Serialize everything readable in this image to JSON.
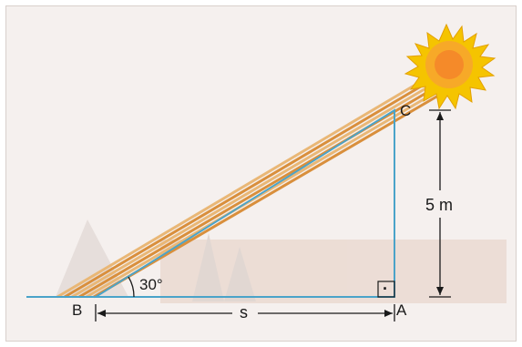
{
  "diagram": {
    "vertices": {
      "a": "A",
      "b": "B",
      "c": "C"
    },
    "angle_label": "30°",
    "height_label": "5 m",
    "base_label": "s",
    "right_angle_mark": "·"
  },
  "colors": {
    "triangle": "#4aa3c9",
    "dimension": "#1a1a1a",
    "sun_rays": "#f5c400",
    "sun_core": "#f39c12",
    "light_beam": "#e3a24a",
    "background": "#f5f0ee"
  },
  "icons": [
    "sun-icon"
  ]
}
